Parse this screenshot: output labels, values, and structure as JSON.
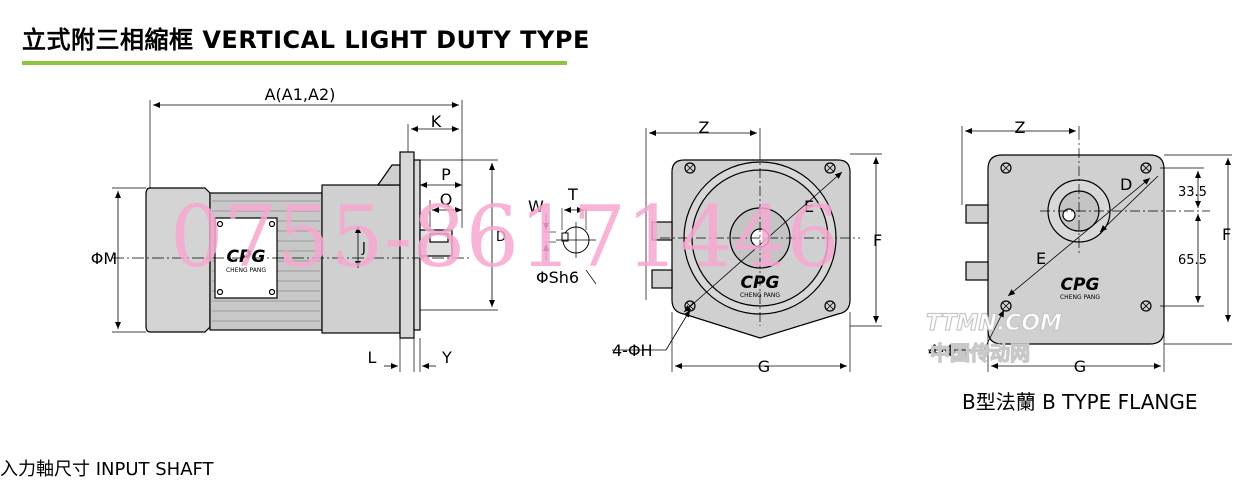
{
  "header": {
    "title": "立式附三相縮框 VERTICAL LIGHT DUTY TYPE",
    "accent_color": "#8cc63f"
  },
  "side_view": {
    "dim_A": "A(A1,A2)",
    "dim_K": "K",
    "dim_P": "P",
    "dim_Q": "Q",
    "dim_D": "D",
    "dim_J": "J",
    "dim_M": "ΦM",
    "dim_L": "L",
    "dim_Y": "Y",
    "logo": "CPG",
    "logo_sub": "CHENG PANG"
  },
  "shaft_view": {
    "dim_W": "W",
    "dim_T": "T",
    "dim_Sh": "ΦSh6"
  },
  "front_view": {
    "dim_Z": "Z",
    "dim_E": "E",
    "dim_F": "F",
    "dim_H": "4-ΦH",
    "dim_G": "G",
    "logo": "CPG",
    "logo_sub": "CHENG PANG"
  },
  "b_flange_view": {
    "dim_Z": "Z",
    "dim_D": "D",
    "dim_E": "E",
    "dim_F": "F",
    "dim_33": "33.5",
    "dim_65": "65.5",
    "dim_H": "4-ΦH",
    "dim_G": "G",
    "logo": "CPG",
    "logo_sub": "CHENG PANG",
    "caption": "B型法蘭  B TYPE FLANGE"
  },
  "watermark": {
    "phone": "0755-86171446",
    "site": "TTMN.COM",
    "site_cn": "中国传动网"
  },
  "bottom_cut": "入力軸尺寸  INPUT SHAFT"
}
